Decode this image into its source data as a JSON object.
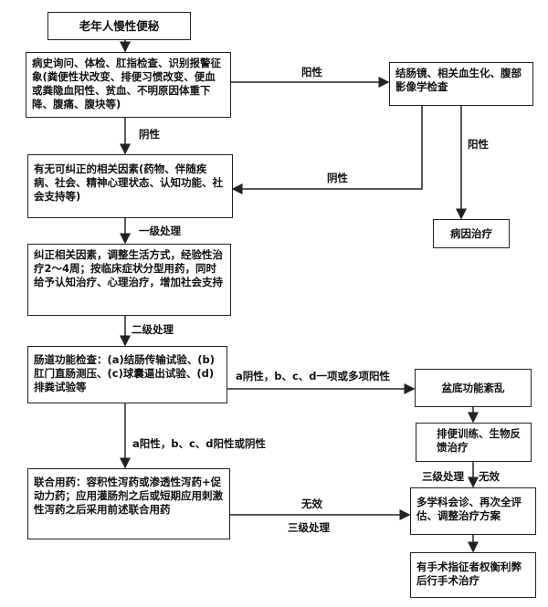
{
  "nodes": {
    "start": "老年人慢性便秘",
    "history": "病史询问、体检、肛指检查、识别报警征象(粪便性状改变、排便习惯改变、便血或粪隐血阳性、贫血、不明原因体重下降、腹痛、腹块等)",
    "colonoscopy": "结肠镜、相关血生化、腹部影像学检查",
    "etiology": "病因治疗",
    "factors": "有无可纠正的相关因素(药物、伴随疾病、社会、精神心理状态、认知功能、社会支持等)",
    "correct": "纠正相关因素，调整生活方式，经验性治疗2～4周；按临床症状分型用药，同时给予认知治疗、心理治疗，增加社会支持",
    "function_test": "肠道功能检查：(a)结肠传输试验、(b)肛门直肠测压、(c)球囊逼出试验、(d)排粪试验等",
    "pelvic": "盆底功能紊乱",
    "biofeedback": "排便训练、生物反馈治疗",
    "combined": "联合用药：容积性泻药或渗透性泻药+促动力药；应用灌肠剂之后或短期应用刺激性泻药之后采用前述联合用药",
    "mdt": "多学科会诊、再次全评估、调整治疗方案",
    "surgery": "有手术指征者权衡利弊后行手术治疗"
  },
  "labels": {
    "positive_right": "阳性",
    "negative_down": "阴性",
    "positive_down": "阳性",
    "negative_left": "阴性",
    "level1": "一级处理",
    "level2": "二级处理",
    "a_positive": "a阴性，b、c、d一项或多项阳性",
    "a_any": "a阳性，b、c、d阳性或阴性",
    "level3_invalid": "三级处理",
    "invalid_right": "无效",
    "invalid_mid": "无效",
    "level3_mid": "三级处理"
  }
}
